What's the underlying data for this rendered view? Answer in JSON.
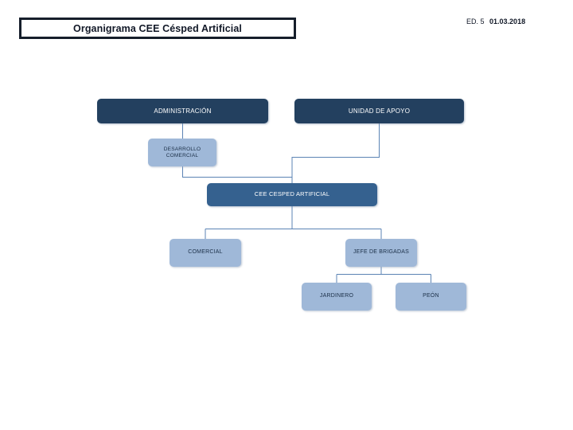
{
  "header": {
    "title": "Organigrama CEE Césped Artificial",
    "edition_label": "ED. 5",
    "date": "01.03.2018"
  },
  "chart_data": {
    "type": "diagram",
    "subtype": "org-chart",
    "title": "Organigrama CEE Césped Artificial",
    "nodes": [
      {
        "id": "administracion",
        "label": "ADMINISTRACIÓN",
        "level": 0,
        "style": "dark"
      },
      {
        "id": "unidad_apoyo",
        "label": "UNIDAD DE APOYO",
        "level": 0,
        "style": "dark"
      },
      {
        "id": "desarrollo",
        "label": "DESARROLLO\nCOMERCIAL",
        "level": 1,
        "style": "light"
      },
      {
        "id": "cee",
        "label": "CEE CESPED ARTIFICIAL",
        "level": 2,
        "style": "mid"
      },
      {
        "id": "comercial",
        "label": "COMERCIAL",
        "level": 3,
        "style": "light"
      },
      {
        "id": "jefe_brigadas",
        "label": "JEFE DE BRIGADAS",
        "level": 3,
        "style": "light"
      },
      {
        "id": "jardinero",
        "label": "JARDINERO",
        "level": 4,
        "style": "light"
      },
      {
        "id": "peon",
        "label": "PEÓN",
        "level": 4,
        "style": "light"
      }
    ],
    "edges": [
      {
        "from": "administracion",
        "to": "desarrollo"
      },
      {
        "from": "desarrollo",
        "to": "cee"
      },
      {
        "from": "unidad_apoyo",
        "to": "cee"
      },
      {
        "from": "cee",
        "to": "comercial"
      },
      {
        "from": "cee",
        "to": "jefe_brigadas"
      },
      {
        "from": "jefe_brigadas",
        "to": "jardinero"
      },
      {
        "from": "jefe_brigadas",
        "to": "peon"
      }
    ],
    "colors": {
      "node_dark": "#23405f",
      "node_mid": "#35618f",
      "node_light": "#9fb8d8",
      "connector": "#5b83b4",
      "title_border": "#161e2b",
      "background": "#ffffff"
    }
  }
}
